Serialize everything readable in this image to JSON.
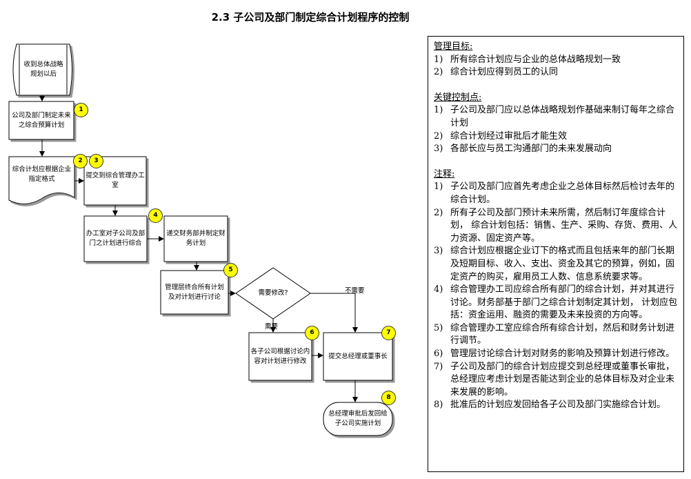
{
  "title": "2.3 子公司及部门制定综合计划程序的控制",
  "nodes": {
    "start": "收到总体战略规划以后",
    "n1": "公司及部门制定未来之综合预算计划",
    "n2": "综合计划应根据企业指定格式",
    "n3": "提交到综合管理办工室",
    "n4a": "办工室对子公司及部门之计划进行综合",
    "n4b": "递交财务部并制定财务计划",
    "n5": "管理层终合所有计划及对计划进行讨论",
    "decision": "需要修改?",
    "n6": "各子公司根据讨论内容对计划进行修改",
    "n7": "提交总经理或董事长",
    "n8": "总经理审批后发回给子公司实施计划"
  },
  "edge_labels": {
    "no": "不需要",
    "yes": "需要"
  },
  "badges": [
    "1",
    "2",
    "3",
    "4",
    "5",
    "6",
    "7",
    "8"
  ],
  "panel": {
    "goals_title": "管理目标:",
    "goals": [
      {
        "n": "1)",
        "t": "所有综合计划应与企业的总体战略规划一致"
      },
      {
        "n": "2)",
        "t": "综合计划应得到员工的认同"
      }
    ],
    "controls_title": "关键控制点:",
    "controls": [
      {
        "n": "1)",
        "t": "子公司及部门应以总体战略规划作基础来制订每年之综合计划"
      },
      {
        "n": "2)",
        "t": "综合计划经过审批后才能生效"
      },
      {
        "n": "3)",
        "t": "各部长应与员工沟通部门的未来发展动向"
      }
    ],
    "notes_title": "注释:",
    "notes": [
      {
        "n": "1)",
        "t": "子公司及部门应首先考虑企业之总体目标然后检讨去年的综合计划。"
      },
      {
        "n": "2)",
        "t": "所有子公司及部门预计未来所需，然后制订年度综合计划， 综合计划包括：销售、生产、采购、存货、费用、人力资源、固定资产等。"
      },
      {
        "n": "3)",
        "t": "综合计划应根据企业订下的格式而且包括来年的部门长期及短期目标、收入、支出、资金及其它的预算，例如，固定资产的购买，雇用员工人数、信息系统要求等。"
      },
      {
        "n": "4)",
        "t": "综合管理办工司应综合所有部门的综合计划，并对其进行讨论。财务部基于部门之综合计划制定其计划， 计划应包括：资金运用、融资的需要及未来投资的方向等。"
      },
      {
        "n": "5)",
        "t": "综合管理办工室应综合所有综合计划，然后和财务计划进行调节。"
      },
      {
        "n": "6)",
        "t": "管理层讨论综合计划对财务的影响及预算计划进行修改。"
      },
      {
        "n": "7)",
        "t": "子公司及部门的综合计划应提交到总经理或董事长审批， 总经理应考虑计划是否能达到企业的总体目标及对企业未来发展的影响。"
      },
      {
        "n": "8)",
        "t": "批准后的计划应发回给各子公司及部门实施综合计划。"
      }
    ]
  }
}
